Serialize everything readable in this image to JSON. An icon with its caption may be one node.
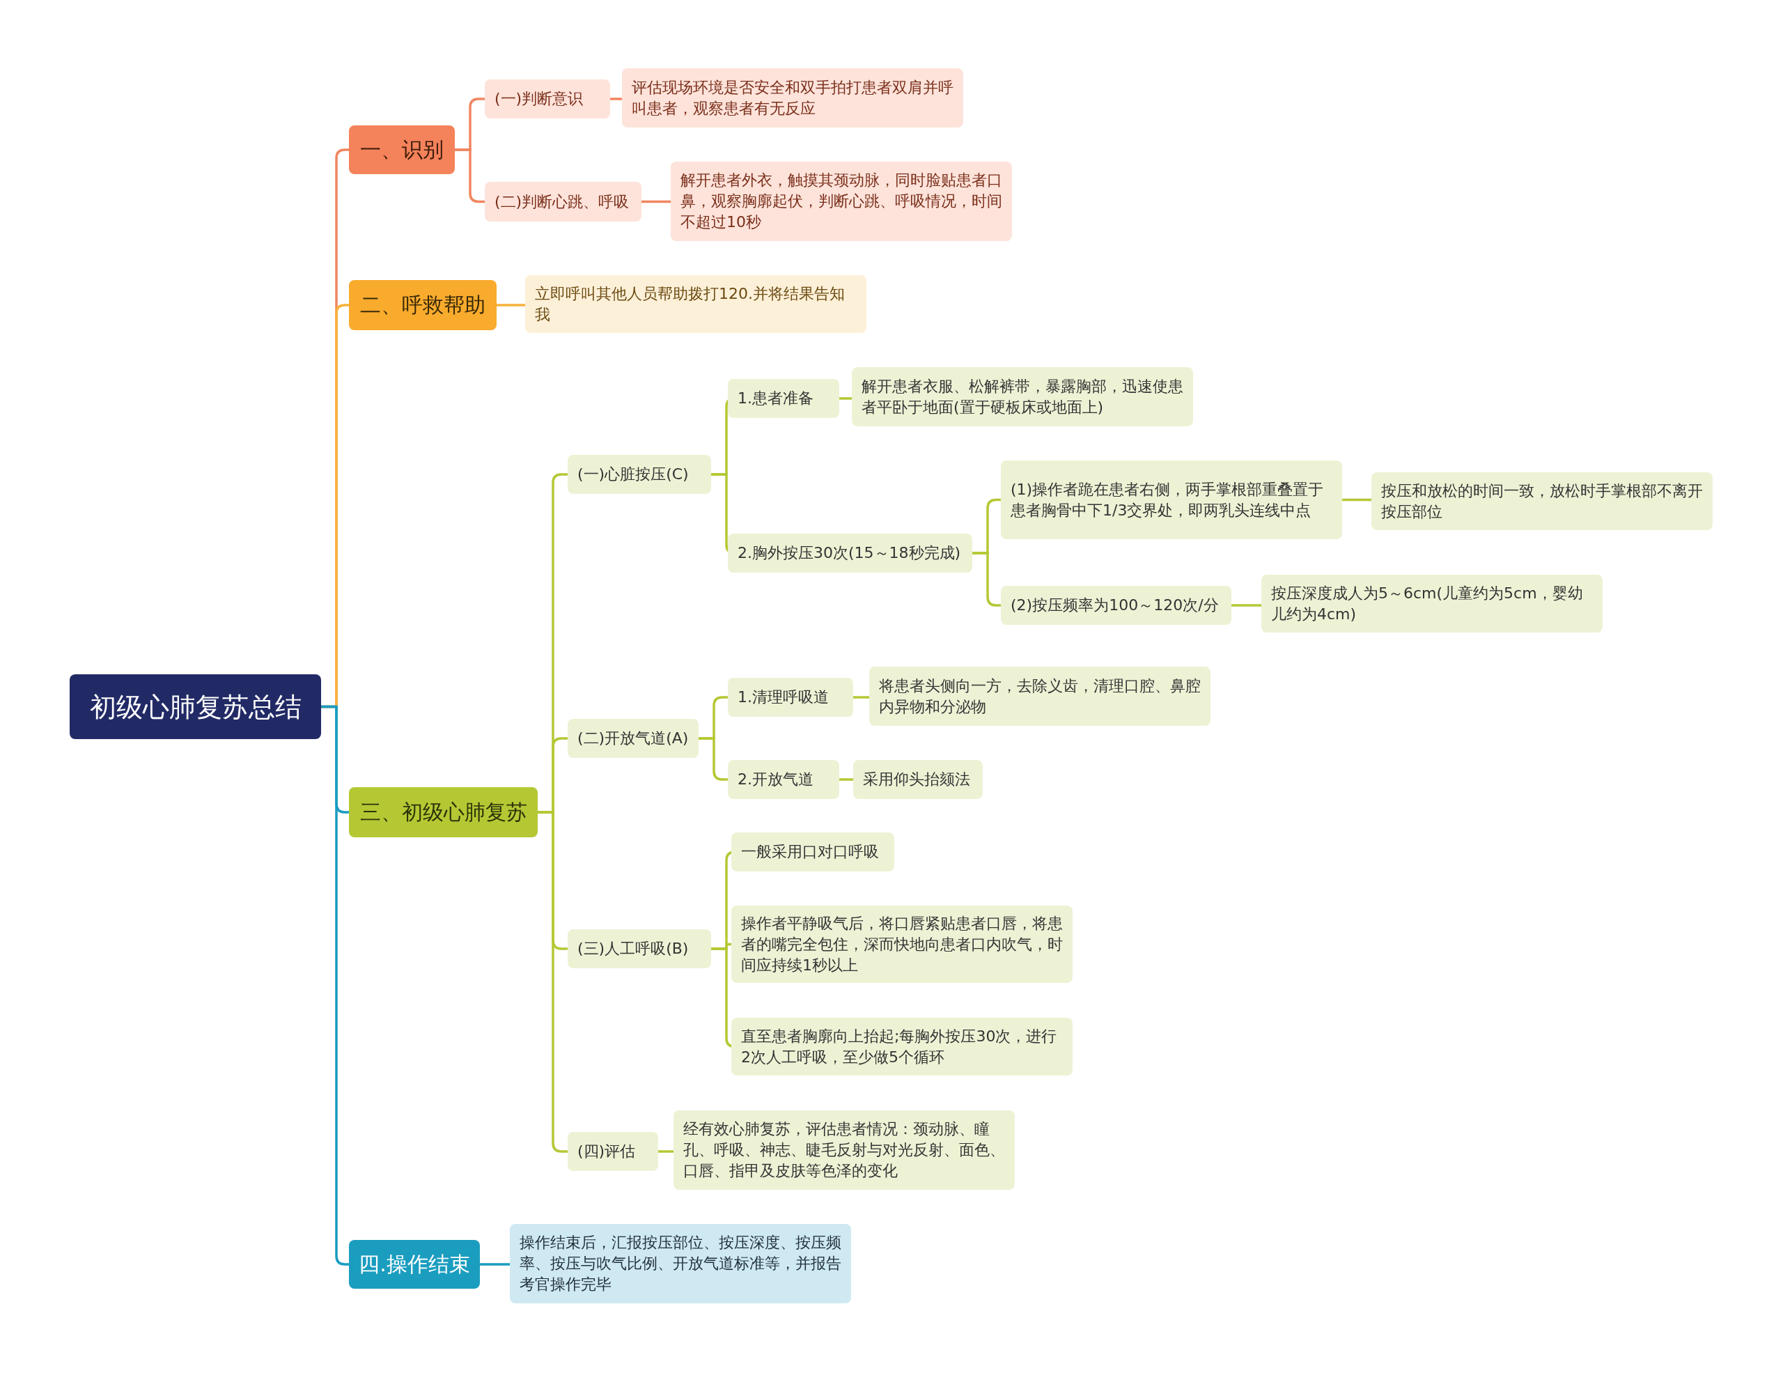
{
  "diagram": {
    "nodes": [
      {
        "text": [
          "初级心肺复苏总结"
        ]
      },
      {
        "text": [
          "一、识别"
        ]
      },
      {
        "text": [
          "(一)判断意识"
        ]
      },
      {
        "text": [
          "评估现场环境是否安全和双手拍打患者双肩并呼叫患者，观察患者有无反应"
        ]
      },
      {
        "text": [
          "(二)判断心跳、呼吸"
        ]
      },
      {
        "text": [
          "解开患者外衣，触摸其颈动脉，同时脸贴患者口鼻，观察胸廓起伏，判断心跳、呼吸情况，时间不超过10秒"
        ]
      },
      {
        "text": [
          "二、呼救帮助"
        ]
      },
      {
        "text": [
          "立即呼叫其他人员帮助拨打120.并将结果告知我"
        ]
      },
      {
        "text": [
          "三、初级心肺复苏"
        ]
      },
      {
        "text": [
          "(一)心脏按压(C)"
        ]
      },
      {
        "text": [
          "1.患者准备"
        ]
      },
      {
        "text": [
          "解开患者衣服、松解裤带，暴露胸部，迅速使患者平卧于地面(置于硬板床或地面上)"
        ]
      },
      {
        "text": [
          "2.胸外按压30次(15～18秒完成)"
        ]
      },
      {
        "text": [
          "(1)操作者跪在患者右侧，两手掌根部重叠置于患者胸骨中下1/3交界处，即两乳头连线中点"
        ]
      },
      {
        "text": [
          "按压和放松的时间一致，放松时手掌根部不离开按压部位"
        ]
      },
      {
        "text": [
          "(2)按压频率为100～120次/分"
        ]
      },
      {
        "text": [
          "按压深度成人为5～6cm(儿童约为5cm，婴幼儿约为4cm)"
        ]
      },
      {
        "text": [
          "(二)开放气道(A)"
        ]
      },
      {
        "text": [
          "1.清理呼吸道"
        ]
      },
      {
        "text": [
          "将患者头侧向一方，去除义齿，清理口腔、鼻腔内异物和分泌物"
        ]
      },
      {
        "text": [
          "2.开放气道"
        ]
      },
      {
        "text": [
          "采用仰头抬颏法"
        ]
      },
      {
        "text": [
          "(三)人工呼吸(B)"
        ]
      },
      {
        "text": [
          "一般采用口对口呼吸"
        ]
      },
      {
        "text": [
          "操作者平静吸气后，将口唇紧贴患者口唇，将患者的嘴完全包住，深而快地向患者口内吹气，时间应持续1秒以上"
        ]
      },
      {
        "text": [
          "直至患者胸廓向上抬起;每胸外按压30次，进行2次人工呼吸，至少做5个循环"
        ]
      },
      {
        "text": [
          "(四)评估"
        ]
      },
      {
        "text": [
          "经有效心肺复苏，评估患者情况：颈动脉、瞳孔、呼吸、神志、睫毛反射与对光反射、面色、口唇、指甲及皮肤等色泽的变化"
        ]
      },
      {
        "text": [
          "四.操作结束"
        ]
      },
      {
        "text": [
          "操作结束后，汇报按压部位、按压深度、按压频率、按压与吹气比例、开放气道标准等，并报告考官操作完毕"
        ]
      }
    ],
    "edges": [
      {
        "from": 0,
        "to": 1,
        "arrow": "none",
        "color": "#f08660"
      },
      {
        "from": 0,
        "to": 6,
        "arrow": "none",
        "color": "#f7b23b"
      },
      {
        "from": 0,
        "to": 8,
        "arrow": "none",
        "color": "#1a9cc0"
      },
      {
        "from": 0,
        "to": 28,
        "arrow": "none",
        "color": "#1a9cc0"
      },
      {
        "from": 1,
        "to": 2,
        "arrow": "none",
        "color": "#f08660"
      },
      {
        "from": 1,
        "to": 4,
        "arrow": "none",
        "color": "#f08660"
      },
      {
        "from": 2,
        "to": 3,
        "arrow": "none",
        "color": "#f08660"
      },
      {
        "from": 4,
        "to": 5,
        "arrow": "none",
        "color": "#f08660"
      },
      {
        "from": 6,
        "to": 7,
        "arrow": "none",
        "color": "#f7b23b"
      },
      {
        "from": 8,
        "to": 9,
        "arrow": "none"
      },
      {
        "from": 8,
        "to": 17,
        "arrow": "none"
      },
      {
        "from": 8,
        "to": 22,
        "arrow": "none"
      },
      {
        "from": 8,
        "to": 26,
        "arrow": "none"
      },
      {
        "from": 9,
        "to": 10,
        "arrow": "none"
      },
      {
        "from": 9,
        "to": 12,
        "arrow": "none"
      },
      {
        "from": 10,
        "to": 11,
        "arrow": "none"
      },
      {
        "from": 12,
        "to": 13,
        "arrow": "none"
      },
      {
        "from": 12,
        "to": 15,
        "arrow": "none"
      },
      {
        "from": 13,
        "to": 14,
        "arrow": "none"
      },
      {
        "from": 15,
        "to": 16,
        "arrow": "none"
      },
      {
        "from": 17,
        "to": 18,
        "arrow": "none"
      },
      {
        "from": 17,
        "to": 20,
        "arrow": "none"
      },
      {
        "from": 18,
        "to": 19,
        "arrow": "none"
      },
      {
        "from": 20,
        "to": 21,
        "arrow": "none"
      },
      {
        "from": 22,
        "to": 23,
        "arrow": "none"
      },
      {
        "from": 22,
        "to": 24,
        "arrow": "none"
      },
      {
        "from": 22,
        "to": 25,
        "arrow": "none"
      },
      {
        "from": 26,
        "to": 27,
        "arrow": "none"
      },
      {
        "from": 28,
        "to": 29,
        "arrow": "none",
        "color": "#1a9cc0"
      }
    ]
  }
}
